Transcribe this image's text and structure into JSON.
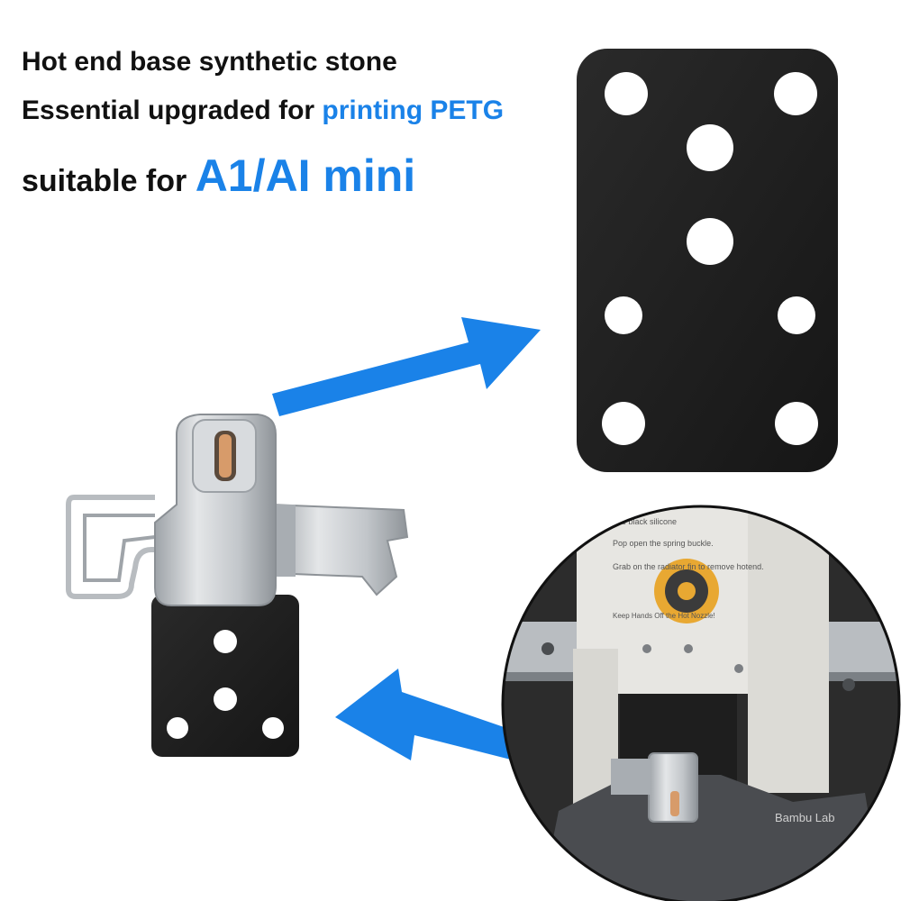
{
  "headline": {
    "line1": "Hot end base synthetic stone",
    "line2_prefix": "Essential upgraded for ",
    "line2_accent": "printing PETG",
    "line3_prefix": "suitable for ",
    "line3_accent": "A1/AI mini"
  },
  "colors": {
    "accent": "#1a82e8",
    "plate": "#1f1f1f",
    "metal": "#c9ccd0",
    "printer_body": "#e7e6e2"
  },
  "callout": {
    "instructions": [
      "sleeve the black silicone",
      "Pop open the spring buckle.",
      "Grab on the radiator fin to remove hotend.",
      "Keep Hands Off the Hot Nozzle!"
    ],
    "brand_label": "Bambu Lab"
  }
}
